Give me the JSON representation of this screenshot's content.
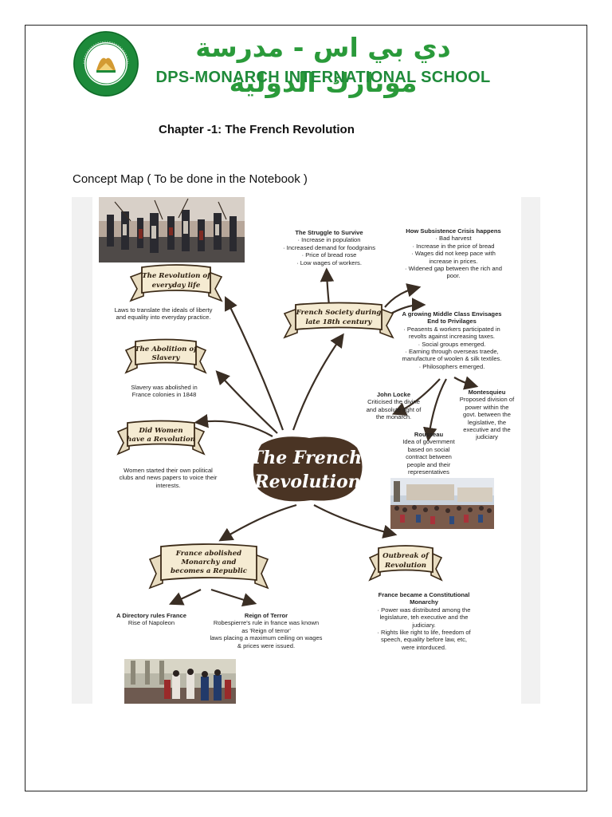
{
  "header": {
    "logo_ring_text": "DPS MONARCH INTERNATIONAL · KNOWLEDGE IS POWER",
    "school_name_ar": "دي بي اس - مدرسة مونارك الدولية",
    "school_name_en": "DPS-MONARCH INTERNATIONAL SCHOOL"
  },
  "chapter_title": "Chapter -1: The French Revolution",
  "concept_instruction": "Concept Map ( To be done in the Notebook )",
  "concept_map": {
    "center_line1": "The French",
    "center_line2": "Revolution",
    "revolution_everyday": {
      "ribbon_line1": "The Revolution of",
      "ribbon_line2": "everyday life",
      "text_line1": "Laws to translate the ideals of liberty",
      "text_line2": "and equality into everyday practice."
    },
    "abolition": {
      "ribbon_line1": "The Abolition of",
      "ribbon_line2": "Slavery",
      "text_line1": "Slavery was abolished in",
      "text_line2": "France colonies in 1848"
    },
    "women": {
      "ribbon_line1": "Did Women",
      "ribbon_line2": "have a Revolution",
      "text_line1": "Women started their own political",
      "text_line2": "clubs and news papers to voice their",
      "text_line3": "interests."
    },
    "french_society": {
      "ribbon_line1": "French Society during",
      "ribbon_line2": "late 18th century"
    },
    "struggle": {
      "title": "The Struggle to Survive",
      "lines": [
        "· Increase in population",
        "· Increased demand for foodgrains",
        "· Price of bread rose",
        "· Low wages of workers."
      ]
    },
    "subsistence": {
      "title": "How Subsistence Crisis happens",
      "lines": [
        "· Bad harvest",
        "· Increase in the price of bread",
        "· Wages did not keep pace with",
        "increase in prices.",
        "· Widened gap between the rich and",
        "poor."
      ]
    },
    "middle_class": {
      "title_line1": "A growing Middle Class Envisages",
      "title_line2": "End to Privilages",
      "lines": [
        "· Peasents & workers participated in",
        "revolts against increasing taxes.",
        "· Social groups emerged.",
        "· Earning through overseas traede,",
        "manufacture of woolen & silk textiles.",
        "· Philosophers emerged."
      ]
    },
    "locke": {
      "title": "John Locke",
      "lines": [
        "Criticised the divine",
        "and absolute right of",
        "the monarch."
      ]
    },
    "montesquieu": {
      "title": "Montesquieu",
      "lines": [
        "Proposed division of",
        "power within the",
        "govt. between the",
        "legislative, the",
        "executive and the",
        "judiciary"
      ]
    },
    "rousseau": {
      "title": "Rousseau",
      "lines": [
        "Idea of government",
        "based on social",
        "contract between",
        "people and their",
        "representatives"
      ]
    },
    "monarchy": {
      "ribbon_line1": "France abolished",
      "ribbon_line2": "Monarchy and",
      "ribbon_line3": "becomes a Republic"
    },
    "directory": {
      "title": "A Directory rules France",
      "line1": "Rise of Napoleon"
    },
    "terror": {
      "title": "Reign of Terror",
      "lines": [
        "Robespierre's rule in france was known",
        "as 'Reign of terror'",
        "laws placing a maximum ceiling on wages",
        "& prices were issued."
      ]
    },
    "outbreak": {
      "ribbon_line1": "Outbreak of",
      "ribbon_line2": "Revolution",
      "title_line1": "France became a Constitutional",
      "title_line2": "Monarchy",
      "lines": [
        "· Power was distributed among the",
        "legislature, teh executive and the",
        "judiciary.",
        "· Rights like right to life, freedom of",
        "speech, equality before law, etc,",
        "were intorduced."
      ]
    }
  },
  "colors": {
    "school_green": "#1f8a3a",
    "ribbon_fill": "#f5ebd2",
    "ribbon_stroke": "#3b2a17",
    "center_blob": "#4a3424",
    "arrow": "#3a2e24"
  }
}
